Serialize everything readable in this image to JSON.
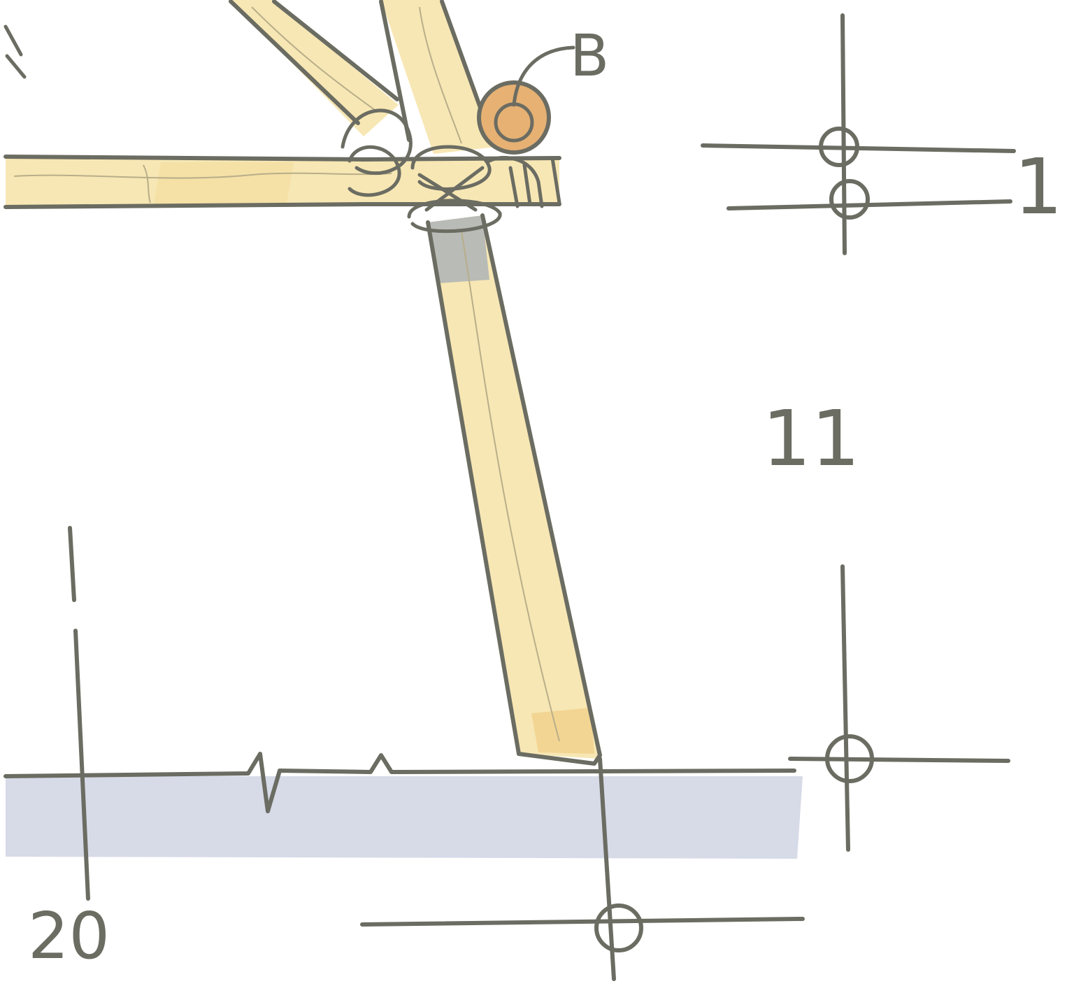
{
  "labels": {
    "joint_label": "B",
    "axis_top_right": "1",
    "axis_mid_right": "11",
    "axis_bottom_left": "20"
  },
  "colors": {
    "ink": "#6b6c62",
    "wood": "#f7e7b4",
    "wood_tint": "#f2cf88",
    "ground": "#d7dae7",
    "bolt": "#e6b173",
    "post_shadow": "#b9bbb6"
  }
}
